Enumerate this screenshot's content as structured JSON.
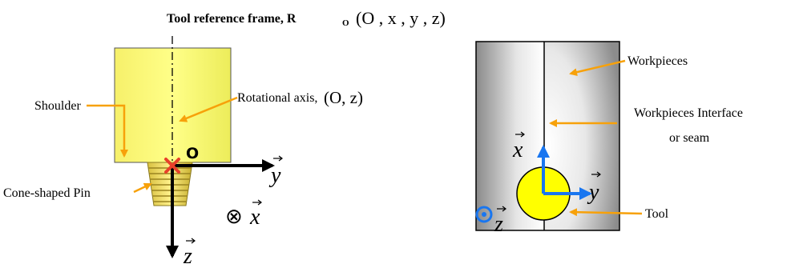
{
  "title": {
    "bold": "Tool reference frame, R",
    "subscript": "O",
    "tuple": "(O , x , y , z)"
  },
  "left": {
    "shoulder": "Shoulder",
    "rotational_axis": "Rotational axis,",
    "rotational_tuple": "(O, z)",
    "origin": "O",
    "pin": "Cone-shaped Pin",
    "axis_y": "y",
    "axis_x": "x",
    "axis_z": "z",
    "x_into_symbol": "⊗"
  },
  "right": {
    "workpieces": "Workpieces",
    "interface_line1": "Workpieces Interface",
    "interface_line2": "or seam",
    "tool": "Tool",
    "axis_x": "x",
    "axis_y": "y",
    "axis_z": "z"
  },
  "colors": {
    "tool_body": "#ffff66",
    "tool_body_shade": "#e6e64d",
    "annotation": "#f7a10a",
    "axis_blue": "#1976f0",
    "origin_mark": "#e8402a"
  }
}
